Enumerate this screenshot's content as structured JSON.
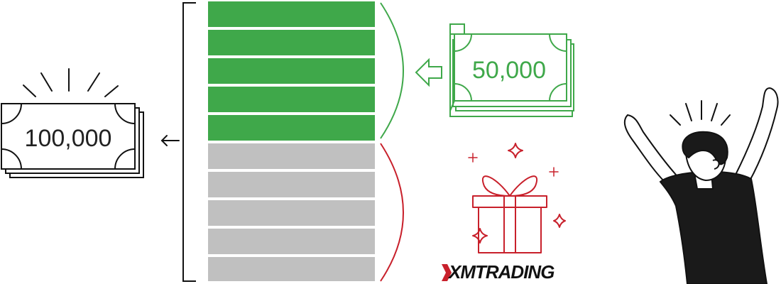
{
  "diagram": {
    "left_bill": {
      "amount": "100,000"
    },
    "right_bill": {
      "amount": "50,000"
    },
    "brand": {
      "name": "XMTRADING"
    }
  },
  "stack": {
    "green_blocks": 5,
    "gray_blocks": 5
  },
  "colors": {
    "green": "#3fa84a",
    "gray": "#c0c0c0",
    "red": "#c8202b",
    "ink": "#111111",
    "person_shirt": "#1a1a1a"
  },
  "icons": [
    "bill-icon",
    "arrow-left-icon",
    "gift-icon",
    "sparkle-icon",
    "person-celebrating-icon",
    "bracket-icon"
  ]
}
